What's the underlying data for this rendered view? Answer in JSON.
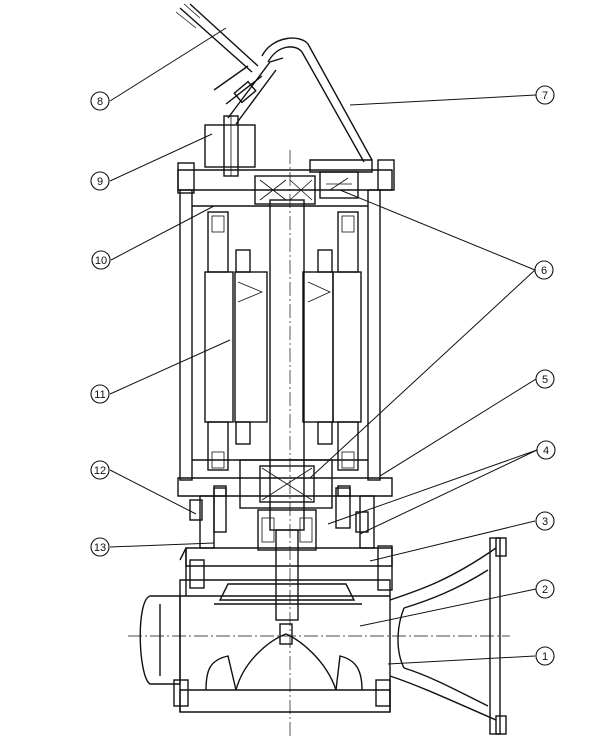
{
  "diagram": {
    "callouts": [
      {
        "id": "callout-1",
        "label": "1"
      },
      {
        "id": "callout-2",
        "label": "2"
      },
      {
        "id": "callout-3",
        "label": "3"
      },
      {
        "id": "callout-4",
        "label": "4"
      },
      {
        "id": "callout-5",
        "label": "5"
      },
      {
        "id": "callout-6",
        "label": "6"
      },
      {
        "id": "callout-7",
        "label": "7"
      },
      {
        "id": "callout-8",
        "label": "8"
      },
      {
        "id": "callout-9",
        "label": "9"
      },
      {
        "id": "callout-10",
        "label": "10"
      },
      {
        "id": "callout-11",
        "label": "11"
      },
      {
        "id": "callout-12",
        "label": "12"
      },
      {
        "id": "callout-13",
        "label": "13"
      }
    ]
  }
}
